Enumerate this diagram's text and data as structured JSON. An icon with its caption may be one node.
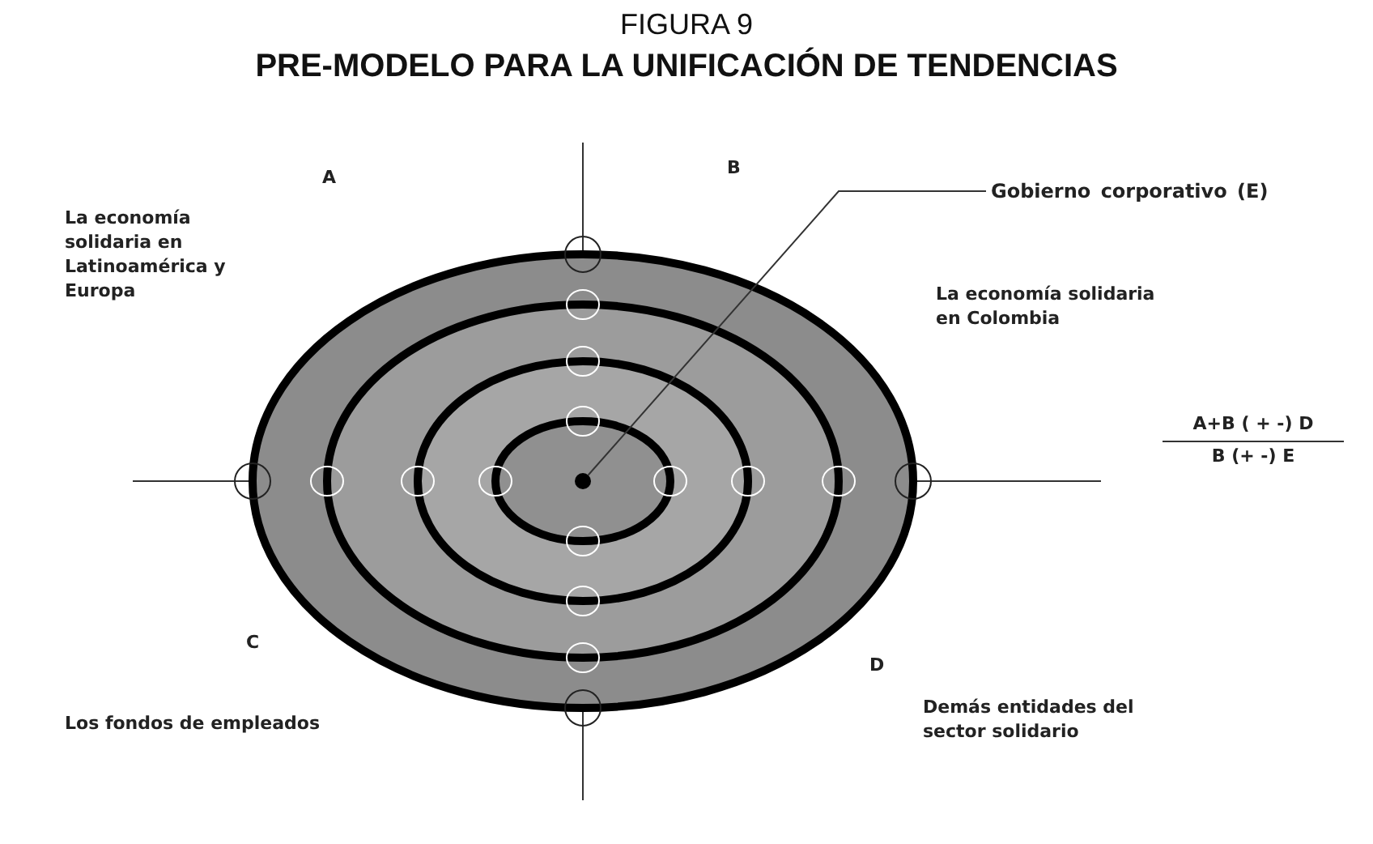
{
  "diagram": {
    "title": "PRE-MODELO PARA LA UNIFICACIÓN DE TENDENCIAS",
    "nodes": [
      {
        "text": [
          "Gobierno corporativo (E)"
        ]
      },
      {
        "text": [],
        "shape": "circle"
      }
    ],
    "edges": [
      {
        "from": 0,
        "to": 1,
        "arrow": "none"
      }
    ],
    "labels": [
      "FIGURA 9",
      "A",
      "B",
      "La economía solidaria en Latinoamérica y Europa",
      "La economía solidaria en Colombia",
      "A+B ( + -) D",
      "B (+ -) E",
      "C",
      "D",
      "Los fondos de empleados",
      "Demás entidades del sector solidario"
    ]
  }
}
